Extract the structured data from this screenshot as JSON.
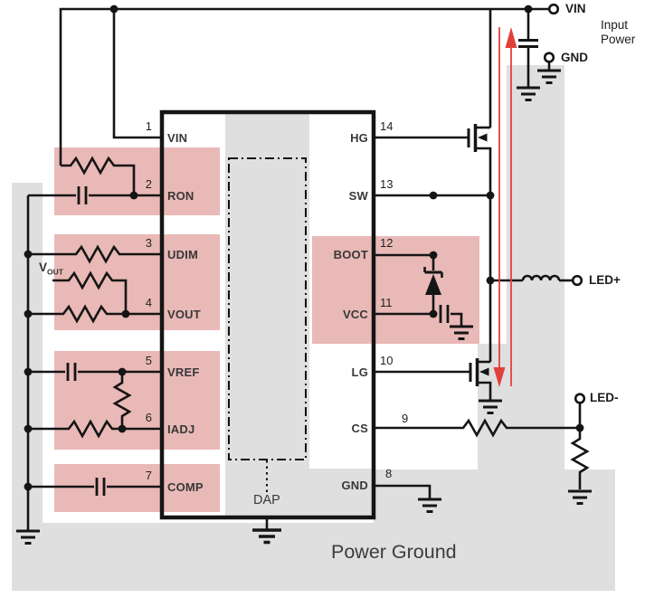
{
  "colors": {
    "wire": "#151515",
    "highlight_pink": "#e9b9b7",
    "region_gray": "#dfdfdf",
    "arrow_red": "#e2403d",
    "text_dark": "#383838"
  },
  "ic": {
    "pad_label": "DAP",
    "left_pins": [
      {
        "number": "1",
        "name": "VIN"
      },
      {
        "number": "2",
        "name": "RON"
      },
      {
        "number": "3",
        "name": "UDIM"
      },
      {
        "number": "4",
        "name": "VOUT"
      },
      {
        "number": "5",
        "name": "VREF"
      },
      {
        "number": "6",
        "name": "IADJ"
      },
      {
        "number": "7",
        "name": "COMP"
      }
    ],
    "right_pins": [
      {
        "number": "14",
        "name": "HG"
      },
      {
        "number": "13",
        "name": "SW"
      },
      {
        "number": "12",
        "name": "BOOT"
      },
      {
        "number": "11",
        "name": "VCC"
      },
      {
        "number": "10",
        "name": "LG"
      },
      {
        "number": "9",
        "name": "CS"
      },
      {
        "number": "8",
        "name": "GND"
      }
    ]
  },
  "terminals": {
    "vin": "VIN",
    "input_power_line1": "Input",
    "input_power_line2": "Power",
    "gnd": "GND",
    "led_plus": "LED+",
    "led_minus": "LED-"
  },
  "labels": {
    "power_ground": "Power Ground",
    "vout_symbol": "V",
    "vout_subscript": "OUT"
  }
}
